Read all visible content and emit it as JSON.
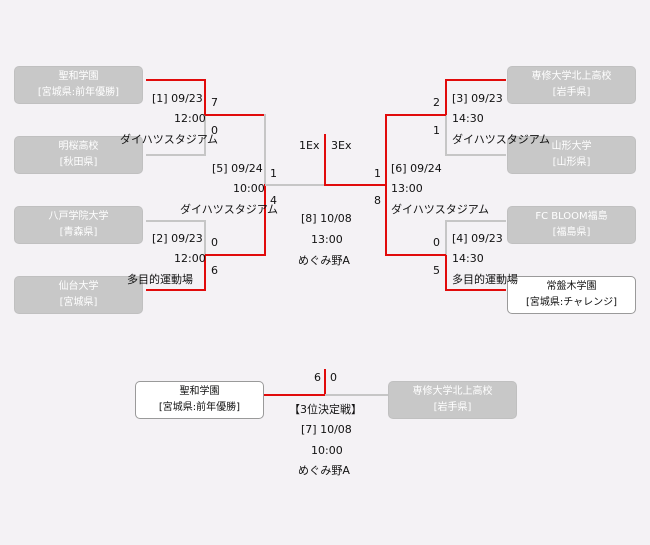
{
  "teams": {
    "seiwa": {
      "name": "聖和学園",
      "pref": "[宮城県:前年優勝]"
    },
    "meio": {
      "name": "明桜高校",
      "pref": "[秋田県]"
    },
    "hachinohe": {
      "name": "八戸学院大学",
      "pref": "[青森県]"
    },
    "sendai": {
      "name": "仙台大学",
      "pref": "[宮城県]"
    },
    "senshu": {
      "name": "専修大学北上高校",
      "pref": "[岩手県]"
    },
    "yamagata": {
      "name": "山形大学",
      "pref": "[山形県]"
    },
    "fc": {
      "name": "FC BLOOM福島",
      "pref": "[福島県]"
    },
    "tokiwagi": {
      "name": "常盤木学園",
      "pref": "[宮城県:チャレンジ]"
    },
    "seiwa3": {
      "name": "聖和学園",
      "pref": "[宮城県:前年優勝]"
    },
    "senshu3": {
      "name": "専修大学北上高校",
      "pref": "[岩手県]"
    }
  },
  "matches": {
    "m1": {
      "label": "[1] 09/23",
      "time": "12:00",
      "venue": "ダイハツスタジアム",
      "score_a": "7",
      "score_b": "0"
    },
    "m2": {
      "label": "[2] 09/23",
      "time": "12:00",
      "venue": "多目的運動場",
      "score_a": "0",
      "score_b": "6"
    },
    "m3": {
      "label": "[3] 09/23",
      "time": "14:30",
      "venue": "ダイハツスタジアム",
      "score_a": "2",
      "score_b": "1"
    },
    "m4": {
      "label": "[4] 09/23",
      "time": "14:30",
      "venue": "多目的運動場",
      "score_a": "0",
      "score_b": "5"
    },
    "m5": {
      "label": "[5] 09/24",
      "time": "10:00",
      "venue": "ダイハツスタジアム",
      "score_a": "1",
      "score_b": "4"
    },
    "m6": {
      "label": "[6] 09/24",
      "time": "13:00",
      "venue": "ダイハツスタジアム",
      "score_a": "1",
      "score_b": "8"
    },
    "final": {
      "label": "[8] 10/08",
      "time": "13:00",
      "venue": "めぐみ野A",
      "score_a": "1Ex",
      "score_b": "3Ex"
    },
    "third": {
      "title": "【3位決定戦】",
      "label": "[7] 10/08",
      "time": "10:00",
      "venue": "めぐみ野A",
      "score_a": "6",
      "score_b": "0"
    }
  },
  "colors": {
    "winner_line": "#e10b0b",
    "loser_line": "#c6c6c6",
    "eliminated_box": "#c8c8c8"
  }
}
